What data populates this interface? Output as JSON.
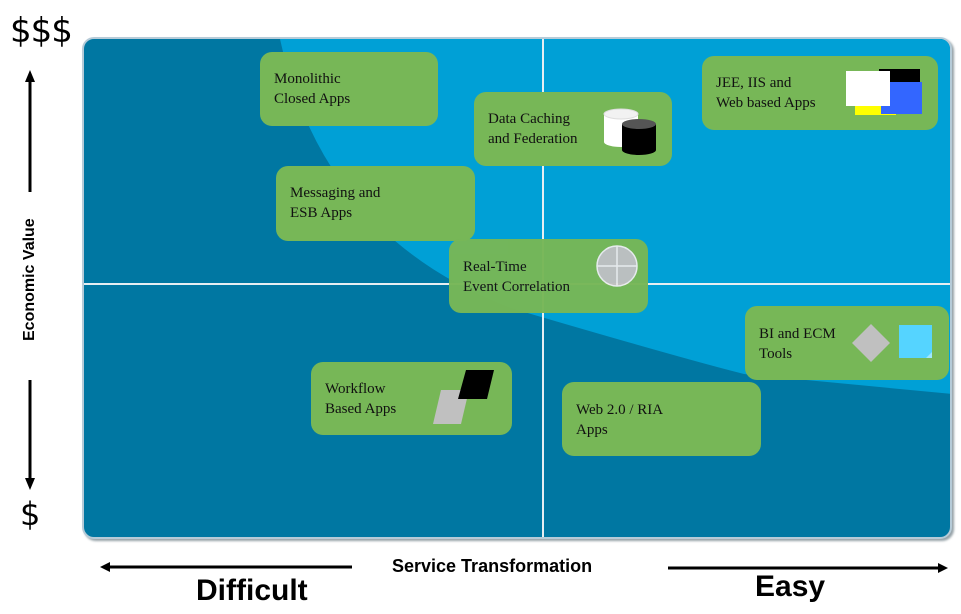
{
  "axes": {
    "y_top_label": "$$$",
    "y_bottom_label": "$",
    "y_title": "Economic Value",
    "x_title": "Service Transformation",
    "x_left_label": "Difficult",
    "x_right_label": "Easy"
  },
  "colors": {
    "dark_quadrant": "#0077a2",
    "light_region": "#00a0d6",
    "box_fill": "#77b757",
    "divider": "#e6eef2"
  },
  "boxes": [
    {
      "id": "monolithic",
      "label": "Monolithic\nClosed Apps",
      "icon": "none"
    },
    {
      "id": "data-caching",
      "label": "Data Caching\nand Federation",
      "icon": "database-icon"
    },
    {
      "id": "jee",
      "label": "JEE, IIS  and\nWeb based Apps",
      "icon": "stacked-squares-icon"
    },
    {
      "id": "messaging",
      "label": "Messaging and\nESB Apps",
      "icon": "none"
    },
    {
      "id": "realtime",
      "label": "Real-Time\nEvent Correlation",
      "icon": "crosshair-circle-icon"
    },
    {
      "id": "bi-ecm",
      "label": "BI and ECM\nTools",
      "icon": "diamond-and-note-icon"
    },
    {
      "id": "workflow",
      "label": "Workflow\nBased Apps",
      "icon": "parallelogram-pages-icon"
    },
    {
      "id": "web20",
      "label": "Web 2.0 / RIA\nApps",
      "icon": "none"
    }
  ]
}
